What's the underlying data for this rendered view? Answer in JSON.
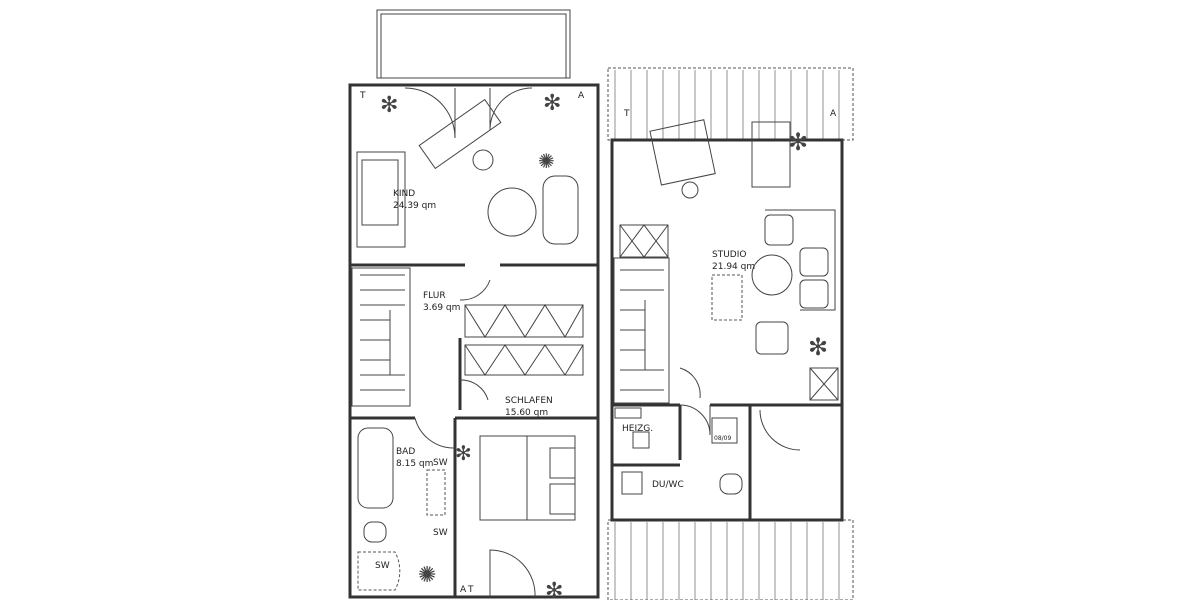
{
  "floor_1": {
    "rooms": [
      {
        "name": "KIND",
        "area": "24.39 qm"
      },
      {
        "name": "FLUR",
        "area": "3.69 qm"
      },
      {
        "name": "SCHLAFEN",
        "area": "15.60 qm"
      },
      {
        "name": "BAD",
        "area": "8.15 qm"
      }
    ],
    "marks": {
      "t_top": "T",
      "a_top": "A",
      "a_bottom": "A",
      "t_bottom": "T",
      "sw1": "SW",
      "sw2": "SW",
      "sw3": "SW"
    }
  },
  "floor_2": {
    "rooms": [
      {
        "name": "STUDIO",
        "area": "21.94 qm"
      },
      {
        "name": "HEIZG.",
        "area": ""
      },
      {
        "name": "DU/WC",
        "area": ""
      }
    ],
    "shower": "08/09",
    "marks": {
      "t_top": "T",
      "a_top": "A"
    }
  }
}
